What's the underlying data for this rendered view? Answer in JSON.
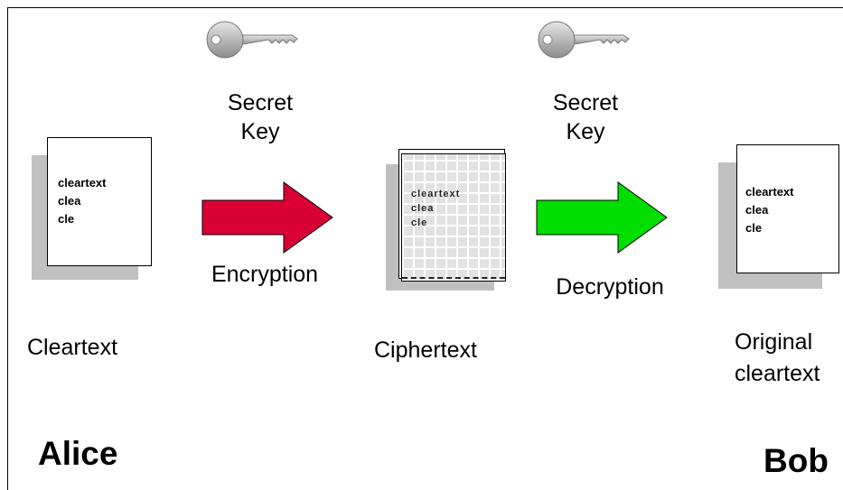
{
  "diagram": {
    "left_key_label": [
      "Secret",
      "Key"
    ],
    "right_key_label": [
      "Secret",
      "Key"
    ],
    "alice_doc_lines": [
      "cleartext",
      "clea",
      "cle"
    ],
    "cipher_doc_lines": [
      "cleartext",
      "clea",
      "cle"
    ],
    "bob_doc_lines": [
      "cleartext",
      "clea",
      "cle"
    ],
    "encryption_label": "Encryption",
    "decryption_label": "Decryption",
    "cleartext_caption": "Cleartext",
    "ciphertext_caption": "Ciphertext",
    "original_caption": [
      "Original",
      "cleartext"
    ],
    "alice_name": "Alice",
    "bob_name": "Bob"
  },
  "colors": {
    "encrypt_arrow": "#d90033",
    "decrypt_arrow": "#00dd00",
    "shadow": "#c0c0c0"
  },
  "icons": {
    "left_key": "key-icon",
    "right_key": "key-icon"
  }
}
